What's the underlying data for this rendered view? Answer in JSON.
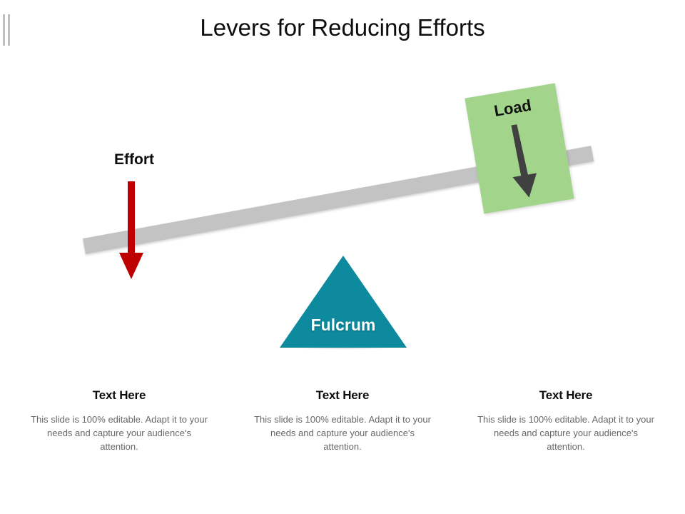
{
  "slide": {
    "title": "Levers for Reducing Efforts",
    "background": "#ffffff"
  },
  "decor": {
    "bars_icon": "double-vertical-bars",
    "bar_color": "#bfbfbf"
  },
  "diagram": {
    "beam": {
      "name": "lever-beam",
      "color": "#c3c3c3",
      "angle_deg": -10.35
    },
    "fulcrum": {
      "label": "Fulcrum",
      "color": "#0d8a9e",
      "text_color": "#ffffff",
      "shape": "triangle"
    },
    "effort": {
      "label": "Effort",
      "arrow_icon": "down-arrow",
      "arrow_color": "#bf0000",
      "text_color": "#0d0d0d"
    },
    "load": {
      "label": "Load",
      "box_color": "#a3d48c",
      "arrow_icon": "down-arrow",
      "arrow_color": "#404040",
      "text_color": "#111111",
      "angle_deg": -9.5
    }
  },
  "captions": [
    {
      "heading": "Text Here",
      "body": "This slide is 100% editable. Adapt it to your needs and capture your audience's attention."
    },
    {
      "heading": "Text Here",
      "body": "This slide is 100% editable. Adapt it to your needs and capture your audience's attention."
    },
    {
      "heading": "Text Here",
      "body": "This slide is 100% editable. Adapt it to your needs and capture your audience's attention."
    }
  ]
}
